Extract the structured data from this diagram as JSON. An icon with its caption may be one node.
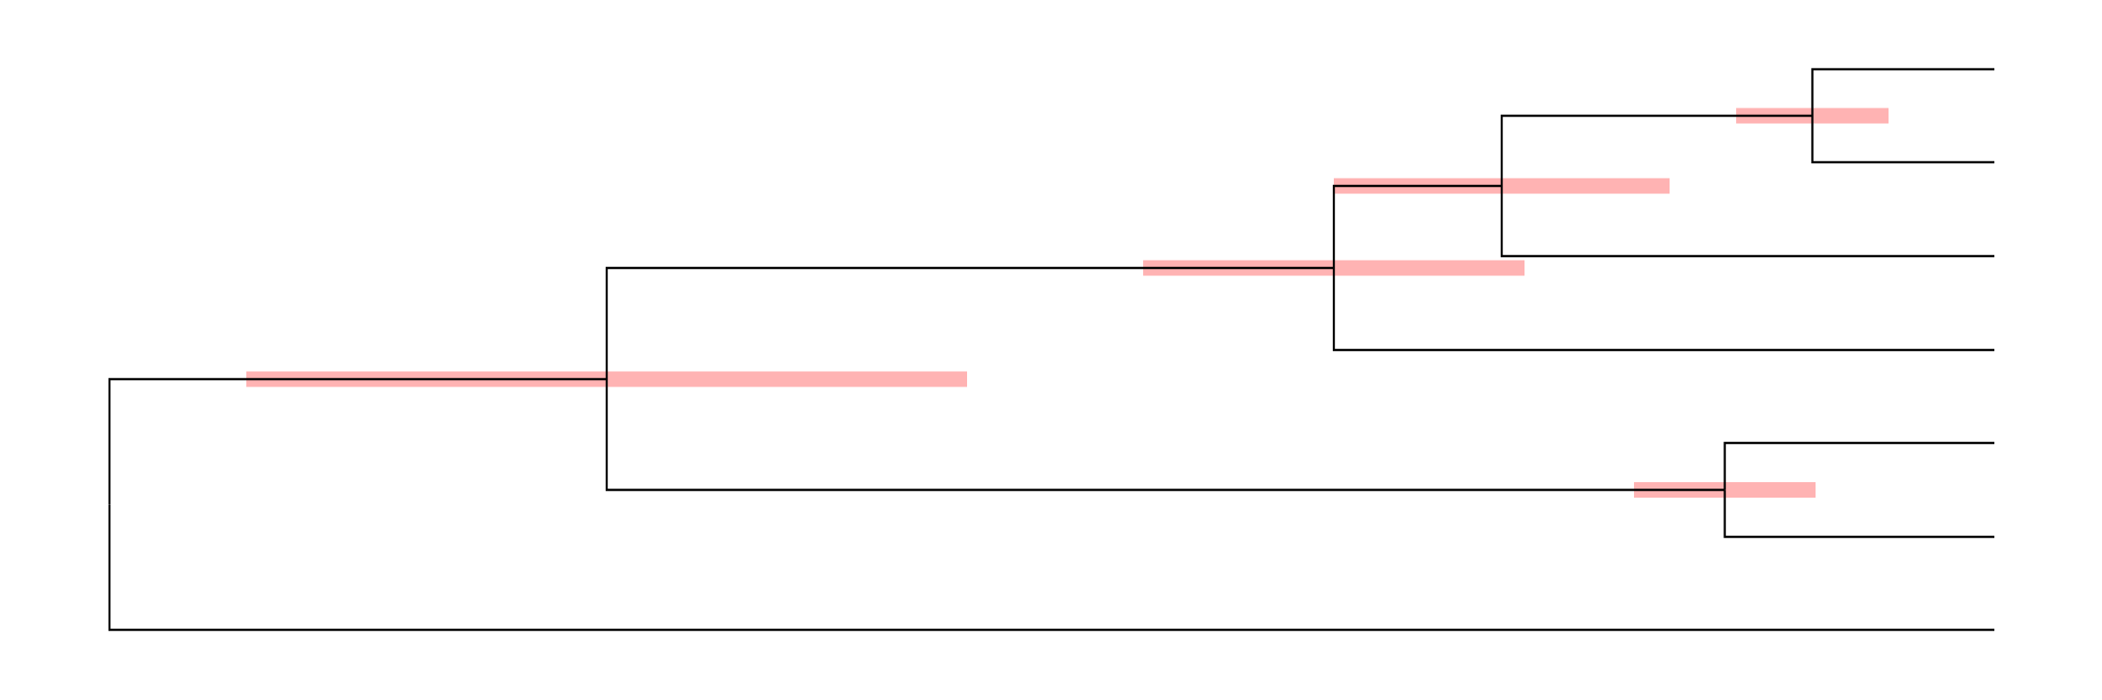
{
  "diagram": {
    "nodes": [
      {
        "text": [],
        "shape": "bar"
      },
      {
        "text": [],
        "shape": "bar"
      },
      {
        "text": [],
        "shape": "bar"
      },
      {
        "text": [],
        "shape": "bar"
      },
      {
        "text": [],
        "shape": "bar"
      }
    ],
    "edges": [
      {
        "from": null,
        "to": 3,
        "arrow": "none"
      },
      {
        "from": 3,
        "to": 2,
        "arrow": "none"
      },
      {
        "from": 3,
        "to": 4,
        "arrow": "none"
      },
      {
        "from": 2,
        "to": 1,
        "arrow": "none"
      },
      {
        "from": 2,
        "to": null,
        "arrow": "none"
      },
      {
        "from": 1,
        "to": 0,
        "arrow": "none"
      },
      {
        "from": 1,
        "to": null,
        "arrow": "none"
      },
      {
        "from": 0,
        "to": null,
        "arrow": "none"
      },
      {
        "from": 0,
        "to": null,
        "arrow": "none"
      },
      {
        "from": 4,
        "to": null,
        "arrow": "none"
      },
      {
        "from": 4,
        "to": null,
        "arrow": "none"
      }
    ]
  }
}
